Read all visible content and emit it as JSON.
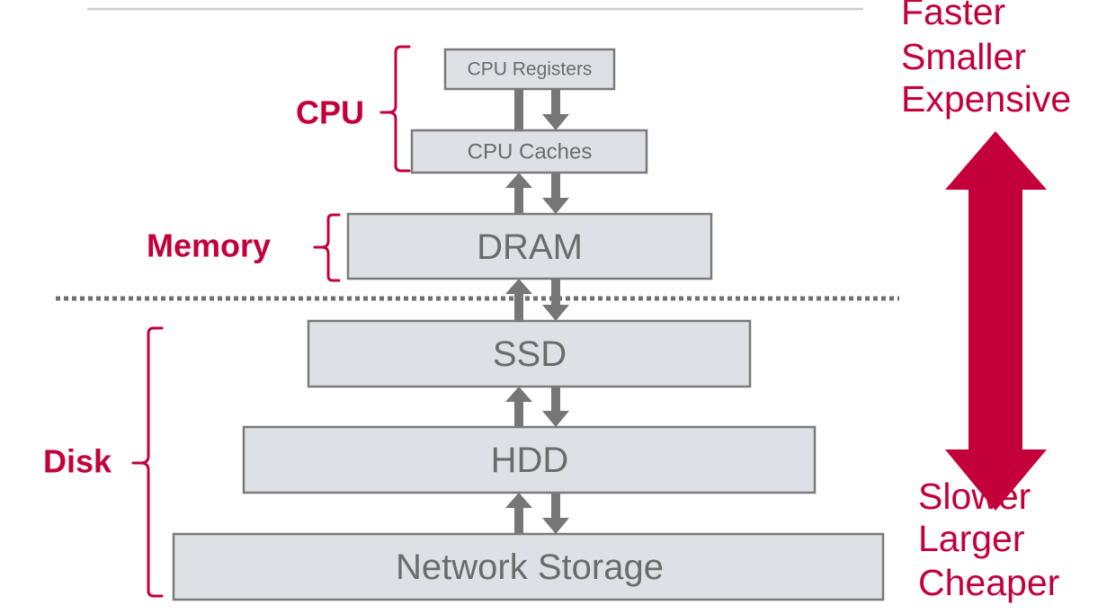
{
  "tiers": {
    "registers": "CPU Registers",
    "caches": "CPU Caches",
    "dram": "DRAM",
    "ssd": "SSD",
    "hdd": "HDD",
    "network": "Network Storage"
  },
  "groups": {
    "cpu": "CPU",
    "memory": "Memory",
    "disk": "Disk"
  },
  "scale_top": [
    "Faster",
    "Smaller",
    "Expensive"
  ],
  "scale_bottom": [
    "Slower",
    "Larger",
    "Cheaper"
  ],
  "colors": {
    "accent": "#c4003b",
    "box_fill": "#dde1e6",
    "box_stroke": "#7a7a7a",
    "arrow": "#767676"
  }
}
